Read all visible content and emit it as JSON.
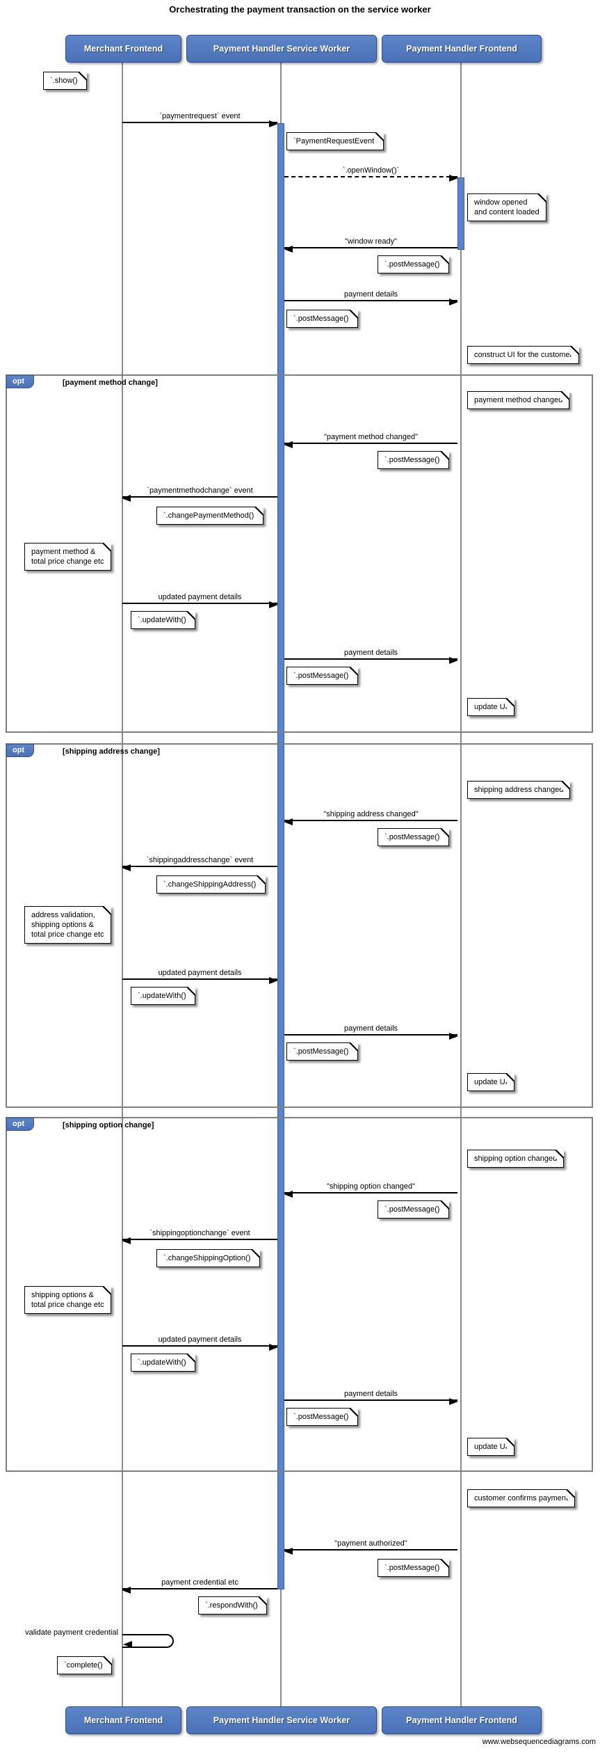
{
  "title": "Orchestrating the payment transaction on the service worker",
  "footer": "www.websequencediagrams.com",
  "colors": {
    "actor_fill": "#4f79c2",
    "actor_border": "#2d4d85",
    "activation_fill": "#5b83cb",
    "fragment_border": "#7f7f7f"
  },
  "actors": [
    {
      "label": "Merchant Frontend"
    },
    {
      "label": "Payment Handler Service Worker"
    },
    {
      "label": "Payment Handler Frontend"
    }
  ],
  "intro": {
    "show_note": "`.show()`",
    "paymentrequest_msg": "`paymentrequest` event",
    "paymentrequestevent_note": "`PaymentRequestEvent`",
    "openwindow_msg": "`.openWindow()`",
    "window_opened_note": "window opened\nand content loaded",
    "window_ready_msg": "\"window ready\"",
    "postmessage_note_phf": "`.postMessage()`",
    "payment_details_msg": "payment details",
    "postmessage_note_sw": "`.postMessage()`",
    "construct_ui_note": "construct UI for the customer"
  },
  "opt_blocks": [
    {
      "keyword": "opt",
      "condition": "[payment method change]",
      "changed_note": "payment method changed",
      "changed_msg": "\"payment method changed\"",
      "postmessage_note": "`.postMessage()`",
      "event_msg": "`paymentmethodchange` event",
      "change_note": "`.changePaymentMethod()`",
      "merchant_note": "payment method &\ntotal price change etc",
      "updated_details_msg": "updated payment details",
      "updatewith_note": "`.updateWith()`",
      "payment_details_msg": "payment details",
      "postmessage_note2": "`.postMessage()`",
      "update_ui_note": "update UI"
    },
    {
      "keyword": "opt",
      "condition": "[shipping address change]",
      "changed_note": "shipping address changed",
      "changed_msg": "\"shipping address changed\"",
      "postmessage_note": "`.postMessage()`",
      "event_msg": "`shippingaddresschange` event",
      "change_note": "`.changeShippingAddress()`",
      "merchant_note": "address validation,\nshipping options &\ntotal price change etc",
      "updated_details_msg": "updated payment details",
      "updatewith_note": "`.updateWith()`",
      "payment_details_msg": "payment details",
      "postmessage_note2": "`.postMessage()`",
      "update_ui_note": "update UI"
    },
    {
      "keyword": "opt",
      "condition": "[shipping option change]",
      "changed_note": "shipping option changed",
      "changed_msg": "\"shipping option changed\"",
      "postmessage_note": "`.postMessage()`",
      "event_msg": "`shippingoptionchange` event",
      "change_note": "`.changeShippingOption()`",
      "merchant_note": "shipping options &\ntotal price change etc",
      "updated_details_msg": "updated payment details",
      "updatewith_note": "`.updateWith()`",
      "payment_details_msg": "payment details",
      "postmessage_note2": "`.postMessage()`",
      "update_ui_note": "update UI"
    }
  ],
  "finale": {
    "confirm_note": "customer confirms payment",
    "authorized_msg": "\"payment authorized\"",
    "postmessage_note": "`.postMessage()`",
    "credential_msg": "payment credential etc",
    "respondwith_note": "`.respondWith()`",
    "validate_msg": "validate payment credential",
    "complete_note": "`complete()`"
  }
}
